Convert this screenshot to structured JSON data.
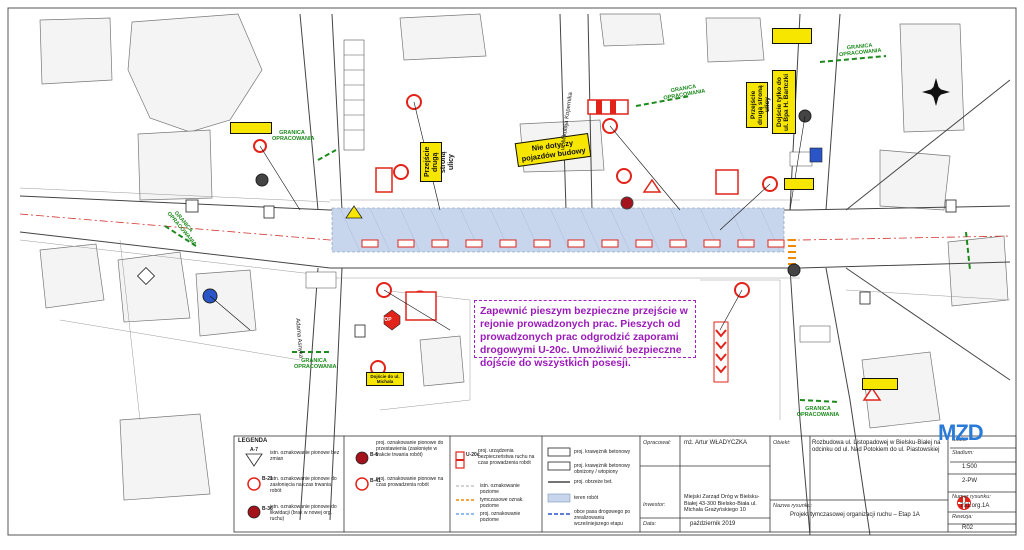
{
  "signs": {
    "przejscie_druga_strona_left": "Przejście drugą stroną ulicy",
    "nie_dotyczy": "Nie dotyczy pojazdów budowy",
    "przejscie_druga_strona_right": "Przejście drugą stroną ulicy",
    "dojscie_tylko": "Dojście tylko do ul. Bpa H. Bartczki",
    "dojscie_left": "Dojście do ul. Michała"
  },
  "note_text": "Zapewnić pieszym bezpieczne przejście w rejonie prowadzonych prac. Pieszych od prowadzonych prac odgrodzić zaporami drogowymi U-20c. Umożliwić bezpieczne dojście do wszystkich posesji.",
  "map_labels": {
    "granica_1": "GRANICA OPRACOWANIA",
    "granica_2": "GRANICA OPRACOWANIA",
    "granica_3": "GRANICA OPRACOWANIA",
    "granica_4": "GRANICA OPRACOWANIA",
    "granica_5": "GRANICA OPRACOWANIA",
    "granica_6": "GRANICA OPRACOWANIA",
    "street_1": "Adama Asnyka",
    "street_2": "ul. Mikołaja Kopernika",
    "stop": "STOP"
  },
  "legend": {
    "title": "LEGENDA",
    "items": [
      "istn. oznakowanie pionowe bez zmian",
      "istn. oznakowanie pionowe do zasłonięcia na czas trwania robót",
      "istn. oznakowanie pionowe do likwidacji (brak w nowej org. ruchu)",
      "proj. oznakowanie pionowe do przestawienia (zasłonięte w trakcie trwania robót)",
      "proj. oznakowanie pionowe na czas prowadzenia robót",
      "proj. urządzenia bezpieczeństwa ruchu na czas prowadzenia robót",
      "istn. oznakowanie poziome",
      "tymczasowe oznak. poziome",
      "proj. oznakowanie poziome",
      "proj. krawężnik betonowy",
      "proj. krawężnik betonowy obniżony / wtopiony",
      "proj. obrzeże bet.",
      "teren robót",
      "obce pasa drogowego po zrealizowaniu wcześniejszego etapu"
    ],
    "sign_codes": [
      "A-7",
      "B-21",
      "B-36",
      "B-6",
      "B-41",
      "U-20c"
    ]
  },
  "title_block": {
    "opracowal_label": "Opracował:",
    "opracowal_value": "mż. Artur WŁADYCZKA",
    "inwestor_label": "Inwestor:",
    "inwestor_value": "Miejski Zarząd Dróg w Bielsku-Białej 43-300 Bielsko-Biała ul. Michała Grażyńskiego 10",
    "data_label": "Data:",
    "data_value": "październik 2019",
    "obiekt_label": "Obiekt:",
    "obiekt_value": "Rozbudowa ul. Listopadowej w Bielsku-Białej na odcinku od ul. Nad Potokiem do ul. Piastowskiej",
    "nazwa_label": "Nazwa rysunku:",
    "nazwa_value": "Projekt tymczasowej organizacji ruchu – Etap 1A",
    "skala_label": "Skala:",
    "skala_value": "1:500",
    "stadium_label": "Stadium:",
    "stadium_value": "2-PW",
    "numer_label": "Numer rysunku:",
    "numer_value": "791.org.1A",
    "rewizja_label": "Rewizja:",
    "rewizja_value": "R02",
    "logo": "MZD"
  },
  "colors": {
    "work_zone": "#c7d6ec",
    "boundary": "#1c8a1c",
    "note": "#9b1ab8",
    "sign_yellow": "#f7e600",
    "barrier_red": "#e2231a",
    "logo_blue": "#2a7ad8"
  }
}
